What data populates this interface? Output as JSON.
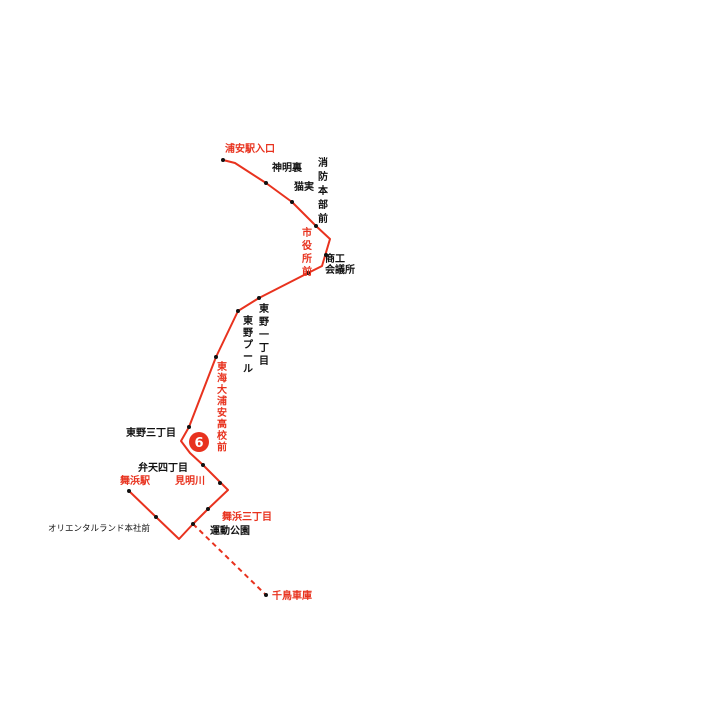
{
  "route": {
    "number": "6",
    "line_color": "#e8321e",
    "stop_color": "#111111"
  },
  "stops": {
    "urayasu_eki_iriguchi": "浦安駅入口",
    "shinmei_ura": "神明裏",
    "neko_zane": "猫実",
    "shobo_honbu_mae": "消防本部前",
    "shiyakusho_mae": "市役所前",
    "shoko_kaigisho": "商工会議所",
    "higashino_1chome": "東野一丁目",
    "higashino_pool": "東野プール",
    "tokai_dai_urayasu_koko_mae": "東海大浦安高校前",
    "higashino_3chome": "東野三丁目",
    "benten_4chome": "弁天四丁目",
    "maihama_eki": "舞浜駅",
    "kenmeigawa": "見明川",
    "oriental_land_honsha_mae": "オリエンタルランド本社前",
    "maihama_3chome": "舞浜三丁目",
    "undo_koen": "運動公園",
    "chidori_shako": "千鳥車庫"
  }
}
